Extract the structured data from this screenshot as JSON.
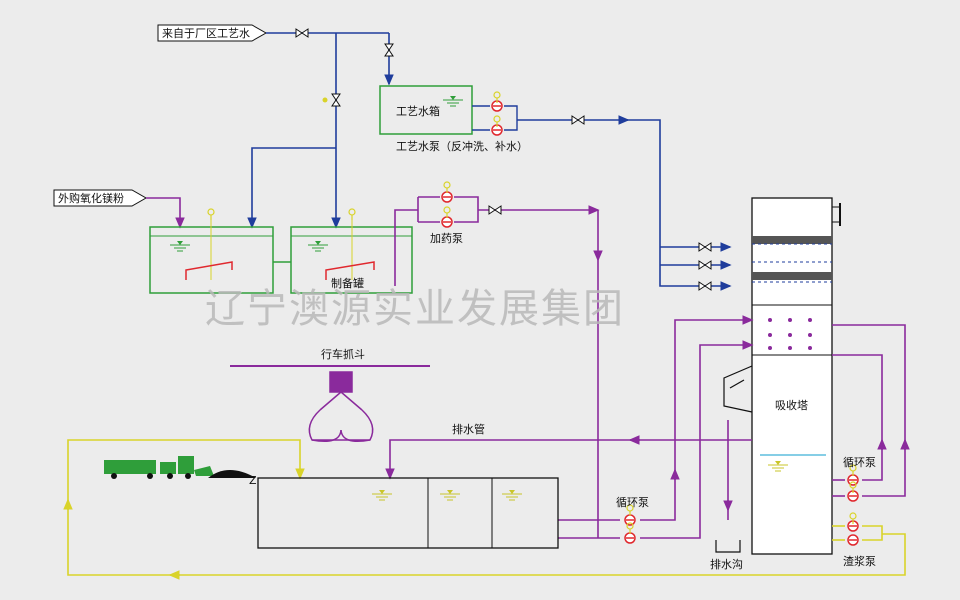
{
  "labels": {
    "process_water_source": "来自于厂区工艺水",
    "process_water_tank": "工艺水箱",
    "process_water_pump": "工艺水泵（反冲洗、补水）",
    "purchased_mgo": "外购氧化镁粉",
    "prep_tank": "制备罐",
    "dosing_pump": "加药泵",
    "overhead_crane_grab": "行车抓斗",
    "drain_pipe": "排水管",
    "circulation_pump_left": "循环泵",
    "circulation_pump_right": "循环泵",
    "drain_ditch": "排水沟",
    "slurry_pump": "渣浆泵",
    "absorption_tower": "吸收塔",
    "z_mark": "Z"
  },
  "watermark": "辽宁澳源实业发展集团",
  "colors": {
    "background": "#ececec",
    "water_line": "#1f3d9c",
    "slurry_line": "#8a2a9c",
    "return_line": "#e0dc3a",
    "tank_outline": "#2f9e3a",
    "pump_red": "#e0282e",
    "gauge_yellow": "#d9d32a"
  }
}
